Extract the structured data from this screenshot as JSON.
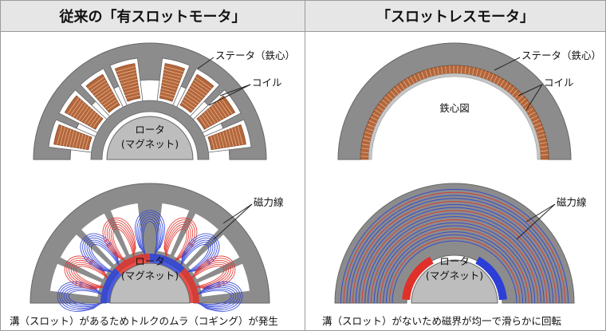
{
  "left": {
    "title": "従来の「有スロットモータ」",
    "stator_label": "ステータ（鉄心）",
    "coil_label": "コイル",
    "rotor_label_line1": "ロータ",
    "rotor_label_line2": "(マグネット)",
    "flux_label": "磁力線",
    "flux_rotor_label_line1": "ロータ",
    "flux_rotor_label_line2": "(マグネット)",
    "caption": "溝（スロット）があるためトルクのムラ（コギング）が発生"
  },
  "right": {
    "title": "「スロットレスモータ」",
    "stator_label": "ステータ（鉄心）",
    "coil_label": "コイル",
    "core_label": "鉄心図",
    "flux_label": "磁力線",
    "flux_rotor_label_line1": "ロータ",
    "flux_rotor_label_line2": "(マグネット)",
    "caption": "溝（スロット）がないため磁界が均一で滑らかに回転"
  },
  "colors": {
    "stator_gray": "#8c8c8c",
    "rotor_gray": "#bdbdbd",
    "coil_brown": "#b4663a",
    "flux_red": "#e0302a",
    "flux_blue": "#2b3fd6"
  }
}
